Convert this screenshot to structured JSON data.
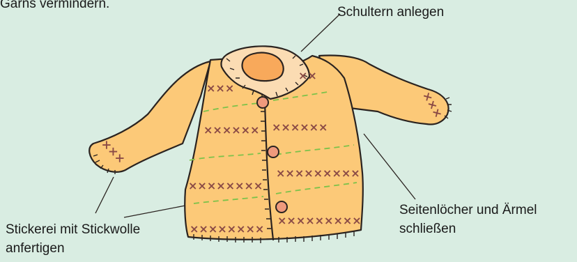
{
  "intro_fragment": "Garns vermindern.",
  "labels": {
    "shoulders": "Schultern anlegen",
    "sides": [
      "Seitenlöcher und Ärmel",
      "schließen"
    ],
    "embroidery": [
      "Stickerei mit Stickwolle",
      "anfertigen"
    ]
  },
  "colors": {
    "background": "#d9ede2",
    "sweater": "#fcc978",
    "collar": "#fbdcb3",
    "neck_hole": "#f8a95b",
    "buttons": "#ef9a7d",
    "cross_stitch": "#8a4a45",
    "dashed_seam": "#7cc24a",
    "outline": "#2a2320"
  }
}
